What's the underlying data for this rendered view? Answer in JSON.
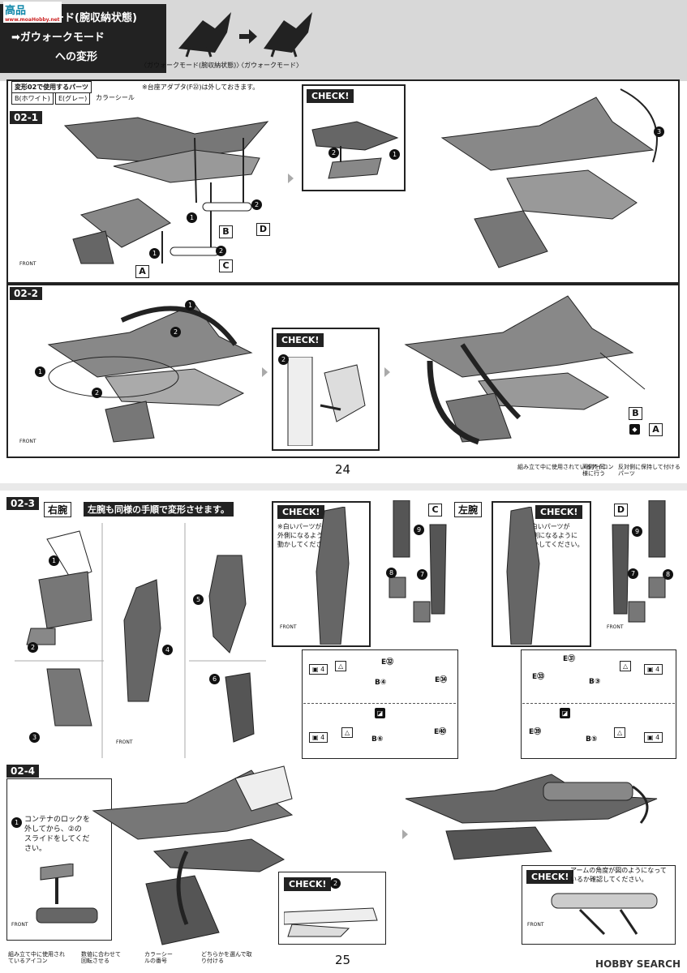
{
  "header": {
    "title_line1": "クモード(腕収納状態)",
    "title_line2": "➡ガウォークモード",
    "title_line3": "への変形",
    "label_from": "〈ガウォークモード(腕収納状態)〉",
    "label_to": "〈ガウォークモード〉",
    "logo_text": "高品",
    "logo_sub": "www.moaHobby.net"
  },
  "page1": {
    "parts_heading": "変形02で使用するパーツ",
    "parts_b": "B(ホワイト)",
    "parts_e": "E(グレー)",
    "parts_seal": "カラーシール",
    "note_adapter": "※台座アダプタ(F㉒)は外しておきます。",
    "step_02_1": "02-1",
    "step_02_2": "02-2",
    "check": "CHECK!",
    "page_number": "24",
    "legend_used_icons": "組み立て中に使用されているアイコン",
    "legend_both_sides": "両側を同様に行う",
    "legend_reverse": "反対側に保持して付けるパーツ",
    "front": "FRONT",
    "parts_labels": [
      "A",
      "B",
      "C",
      "D",
      "B",
      "A"
    ]
  },
  "page2": {
    "step_02_3": "02-3",
    "right_arm": "右腕",
    "instruction": "左腕も同様の手順で変形させます。",
    "left_arm": "左腕",
    "check": "CHECK!",
    "check_note": "※白いパーツが\n外側になるように\n動かしてください。",
    "part_c": "C",
    "part_d": "D",
    "e32": "E㉜",
    "e34": "E㉞",
    "b4": "B④",
    "b6": "B⑥",
    "e40": "E㊵",
    "e31": "E㉛",
    "e33": "E㉝",
    "b3": "B③",
    "e39": "E㊴",
    "b5": "B⑤",
    "step_02_4": "02-4",
    "note_container": "コンテナのロックを\n外してから、②の\nスライドをしてくだ\nさい。",
    "check_arm": "アームの角度が図のようになって\nいるか確認してください。",
    "page_number": "25",
    "legend_used_icons": "組み立て中に使用されているアイコン",
    "legend_rotate": "数値に合わせて回転させる",
    "legend_seal": "カラーシールの番号",
    "legend_choose": "どちらかを選んで取り付ける",
    "front": "FRONT",
    "watermark": "HOBBY SEARCH"
  }
}
